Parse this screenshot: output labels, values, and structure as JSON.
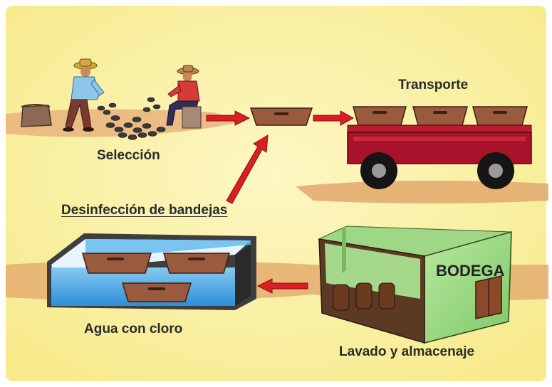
{
  "labels": {
    "seleccion": "Selección",
    "transporte": "Transporte",
    "desinfeccion": "Desinfección de bandejas",
    "agua": "Agua con cloro",
    "lavado": "Lavado y almacenaje",
    "bodega": "BODEGA"
  },
  "colors": {
    "background": "#fbf2a6",
    "ground": "#e8b47a",
    "tray": "#9a5a3e",
    "trailer": "#a8122a",
    "arrow": "#d81f24",
    "water": "#4aa8e8",
    "building_wall": "#8fd47a"
  },
  "icons": [
    "farmer-standing-icon",
    "farmer-sitting-icon",
    "sack-icon",
    "tray-icon",
    "trailer-icon",
    "arrow-icon",
    "tank-icon",
    "warehouse-icon",
    "barrel-icon",
    "door-icon"
  ]
}
